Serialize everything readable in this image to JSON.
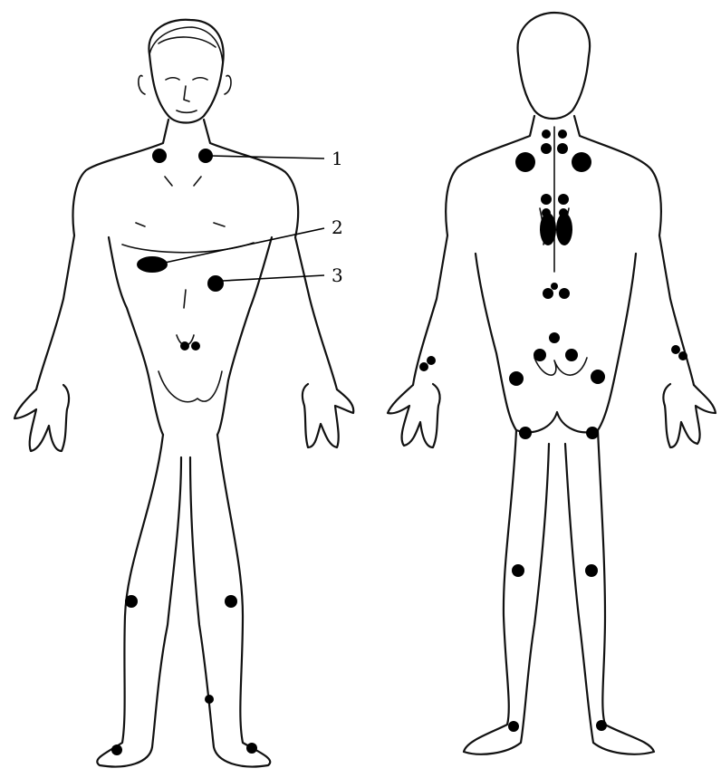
{
  "callouts": [
    {
      "number": "1"
    },
    {
      "number": "2"
    },
    {
      "number": "3"
    }
  ],
  "colors": {
    "ink": "#000000",
    "background": "#ffffff"
  }
}
